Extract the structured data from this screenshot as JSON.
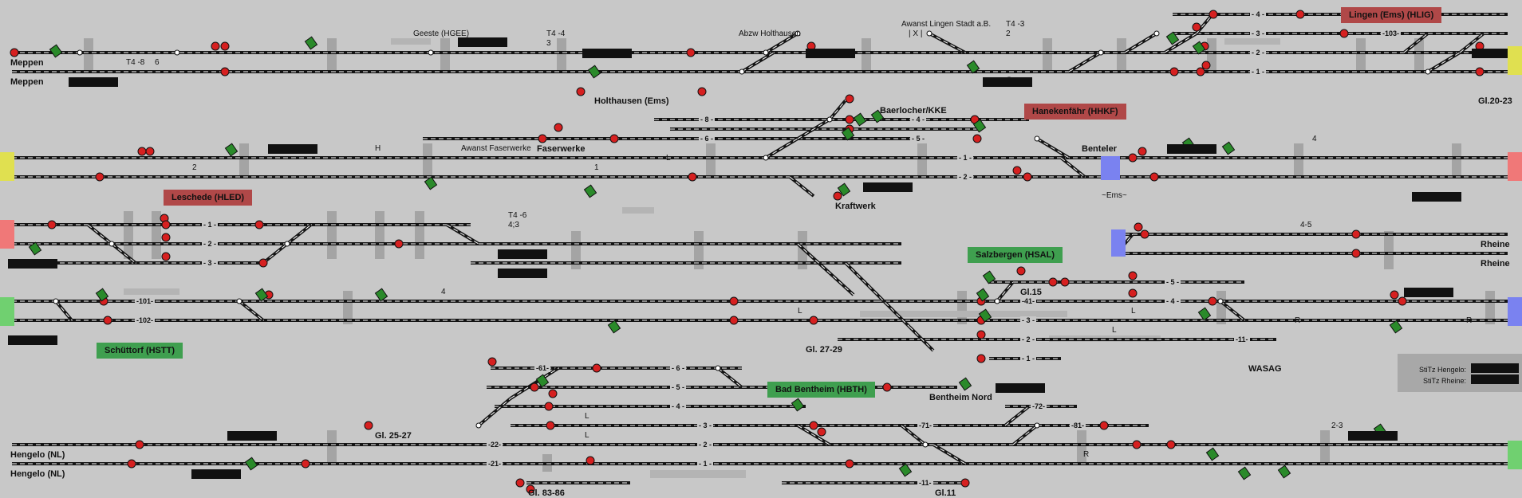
{
  "app": {
    "title": "Stellwerk Meppen – Hengelo"
  },
  "colors": {
    "background": "#c8c8c8",
    "track": "#141414",
    "signal_red": "#d62020",
    "signal_green": "#2a8a2a",
    "station_red": "#b04848",
    "station_green": "#3f9f4f",
    "edge_yellow": "#e0e050",
    "edge_pink": "#f07878",
    "edge_green": "#70d070",
    "edge_blue": "#7a82f0"
  },
  "places": {
    "meppen_1": "Meppen",
    "meppen_2": "Meppen",
    "holthausen": "Holthausen (Ems)",
    "geeste": "Geeste (HGEE)",
    "abzw_holthausen": "Abzw Holthausen",
    "awanst_lingen": "Awanst Lingen Stadt a.B.",
    "awanst_faser": "Awanst Faserwerke",
    "faserwerke": "Faserwerke",
    "baerlocher": "Baerlocher/KKE",
    "benteler": "Benteler",
    "ems": "~Ems~",
    "kraftwerk": "Kraftwerk",
    "rheine_1": "Rheine",
    "rheine_2": "Rheine",
    "gl15": "Gl.15",
    "gl2729": "Gl. 27-29",
    "wasag": "WASAG",
    "bentheim_nord": "Bentheim Nord",
    "gl2527": "Gl. 25-27",
    "gl8386": "Gl. 83-86",
    "gl11": "Gl.11",
    "gl2023": "Gl.20-23",
    "hengelo_1": "Hengelo (NL)",
    "hengelo_2": "Hengelo (NL)"
  },
  "stations": {
    "lingen": "Lingen (Ems) (HLIG)",
    "hanekenfaehr": "Hanekenfähr (HHKF)",
    "leschede": "Leschede (HLED)",
    "salzbergen": "Salzbergen (HSAL)",
    "schuettorf": "Schüttorf (HSTT)",
    "bad_bentheim": "Bad Bentheim (HBTH)"
  },
  "markers": {
    "t48": "T4 -8",
    "six": "6",
    "t44": "T4 -4",
    "three": "3",
    "t43": "T4 -3",
    "two_top": "2",
    "h": "H",
    "one_mid": "1",
    "two_mid": "2",
    "four_right": "4",
    "t46": "T4 -6",
    "four_three": "4;3",
    "four_five": "4-5",
    "four_left": "4",
    "l1": "L",
    "l2": "L",
    "l3": "L",
    "l4": "L",
    "l5": "L",
    "l6": "L",
    "r1": "R",
    "r2": "R",
    "r3": "R",
    "two_three": "2-3",
    "x": "| X |"
  },
  "track_numbers": {
    "lig_4": "- 4 -",
    "lig_3": "- 3 -",
    "lig_2": "- 2 -",
    "lig_1": "- 1 -",
    "lig_103": "-103-",
    "hhkf_4": "- 4 -",
    "hhkf_5": "- 5 -",
    "hhkf_1": "- 1 -",
    "hhkf_2": "- 2 -",
    "fw_8": "- 8 -",
    "fw_6": "- 6 -",
    "led_1": "- 1 -",
    "led_2": "- 2 -",
    "led_3": "- 3 -",
    "stt_101": "-101-",
    "stt_102": "-102-",
    "sal_41": "-41-",
    "sal_3": "- 3 -",
    "sal_2": "- 2 -",
    "sal_1": "- 1 -",
    "sal_5": "- 5 -",
    "sal_4": "- 4 -",
    "sal_11": "-11-",
    "bth_61": "-61-",
    "bth_6": "- 6 -",
    "bth_5": "- 5 -",
    "bth_4": "- 4 -",
    "bth_3": "- 3 -",
    "bth_2": "- 2 -",
    "bth_1": "- 1 -",
    "bth_22": "-22-",
    "bth_21": "-21-",
    "bth_71": "-71-",
    "bth_72": "-72-",
    "bth_81": "-81-",
    "bth_11": "-11-"
  },
  "stitz": {
    "hengelo": "StiTz Hengelo:",
    "rheine": "StiTz Rheine:"
  }
}
